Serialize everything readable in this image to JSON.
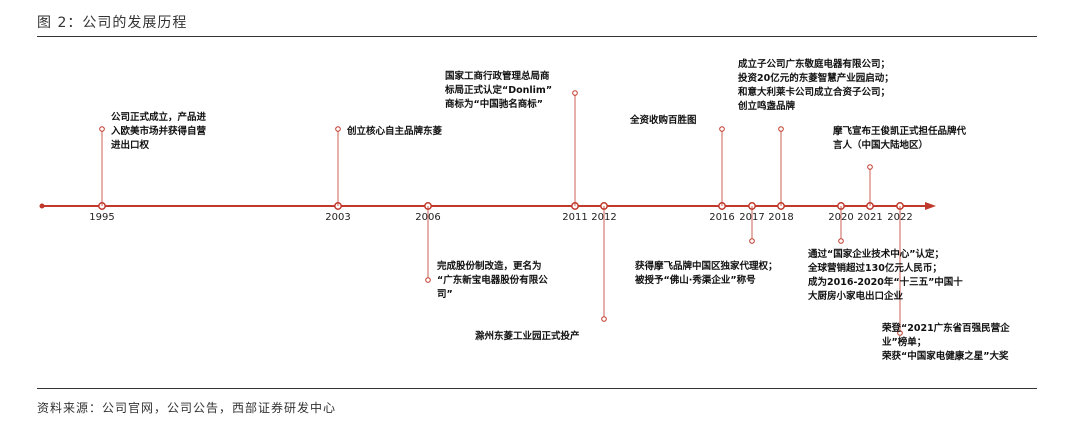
{
  "title": "图 2：公司的发展历程",
  "source": "资料来源：公司官网，公司公告，西部证券研发中心",
  "colors": {
    "line": "#c0392b",
    "text": "#111111",
    "rule": "#333333"
  },
  "years": [
    {
      "label": "1995"
    },
    {
      "label": "2003"
    },
    {
      "label": "2006"
    },
    {
      "label": "2011"
    },
    {
      "label": "2012"
    },
    {
      "label": "2016"
    },
    {
      "label": "2017"
    },
    {
      "label": "2018"
    },
    {
      "label": "2020"
    },
    {
      "label": "2021"
    },
    {
      "label": "2022"
    }
  ],
  "events": [
    {
      "year": "1995",
      "text": "公司正式成立，产品进\n入欧美市场并获得自营\n进出口权"
    },
    {
      "year": "2003",
      "text": "创立核心自主品牌东菱"
    },
    {
      "year": "2006",
      "text": "完成股份制改造，更名为\n“广东新宝电器股份有限公\n司”"
    },
    {
      "year": "2011",
      "text": "国家工商行政管理总局商\n标局正式认定“Donlim”\n商标为“中国驰名商标”"
    },
    {
      "year": "2012",
      "text": "滁州东菱工业园正式投产"
    },
    {
      "year": "2016",
      "text": "全资收购百胜图"
    },
    {
      "year": "2017",
      "text": "获得摩飞品牌中国区独家代理权；\n被授予“佛山·秀渠企业”称号"
    },
    {
      "year": "2018",
      "text": "成立子公司广东敬庭电器有限公司；\n投资20亿元的东菱智慧产业园启动；\n和意大利莱卡公司成立合资子公司；\n创立鸣盏品牌"
    },
    {
      "year": "2020",
      "text": "通过“国家企业技术中心”认定；\n全球营销超过130亿元人民币；\n成为2016-2020年“十三五”中国十\n大厨房小家电出口企业"
    },
    {
      "year": "2021",
      "text": "摩飞宣布王俊凯正式担任品牌代\n言人（中国大陆地区）"
    },
    {
      "year": "2022",
      "text": "荣登“2021广东省百强民营企\n业”榜单；\n荣获“中国家电健康之星”大奖"
    }
  ]
}
